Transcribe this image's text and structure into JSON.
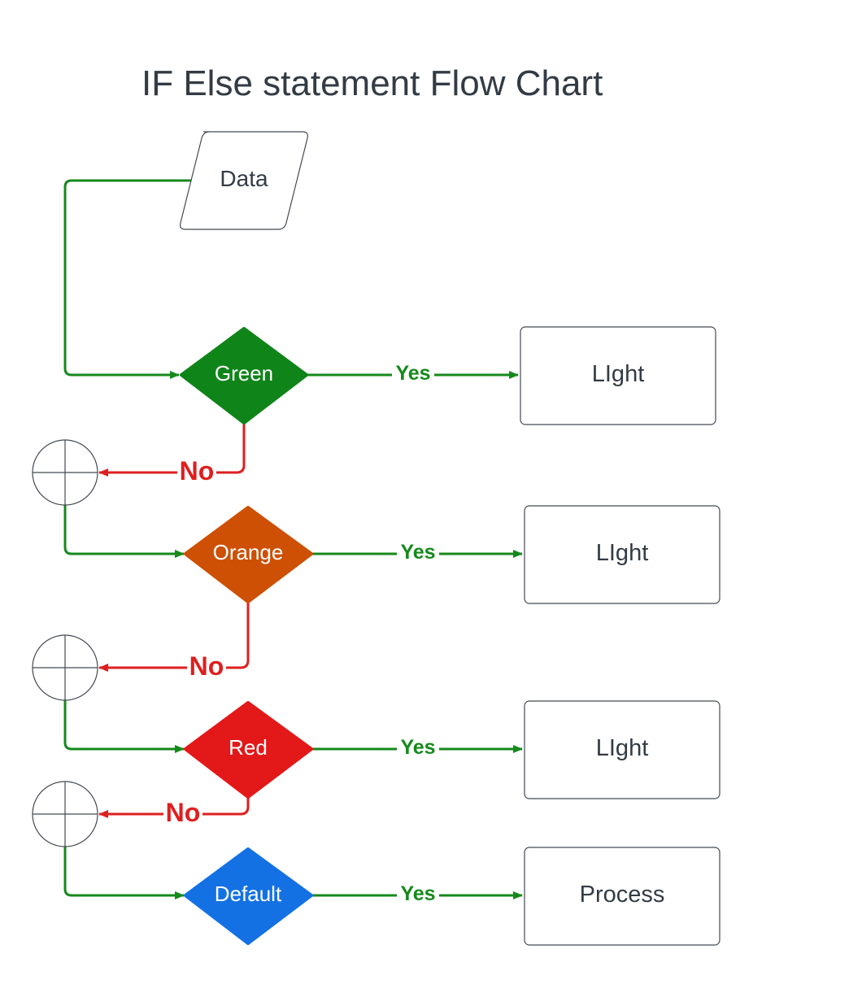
{
  "title": "IF Else statement Flow Chart",
  "colors": {
    "green_flow": "#16891c",
    "no_flow": "#de1f1f",
    "text_dark": "#333b45",
    "green_node": "#0f8419",
    "orange_node": "#cd5005",
    "red_node": "#e31819",
    "default_node": "#1371e3",
    "box_border": "#444a52"
  },
  "nodes": {
    "data": {
      "label": "Data",
      "shape": "parallelogram"
    },
    "green": {
      "label": "Green",
      "shape": "diamond"
    },
    "orange": {
      "label": "Orange",
      "shape": "diamond"
    },
    "red": {
      "label": "Red",
      "shape": "diamond"
    },
    "default": {
      "label": "Default",
      "shape": "diamond"
    },
    "light1": {
      "label": "LIght",
      "shape": "rectangle"
    },
    "light2": {
      "label": "LIght",
      "shape": "rectangle"
    },
    "light3": {
      "label": "LIght",
      "shape": "rectangle"
    },
    "process": {
      "label": "Process",
      "shape": "rectangle"
    }
  },
  "edges": {
    "yes_label": "Yes",
    "no_label": "No"
  },
  "junction_icon": "summing-junction-circle-icon"
}
